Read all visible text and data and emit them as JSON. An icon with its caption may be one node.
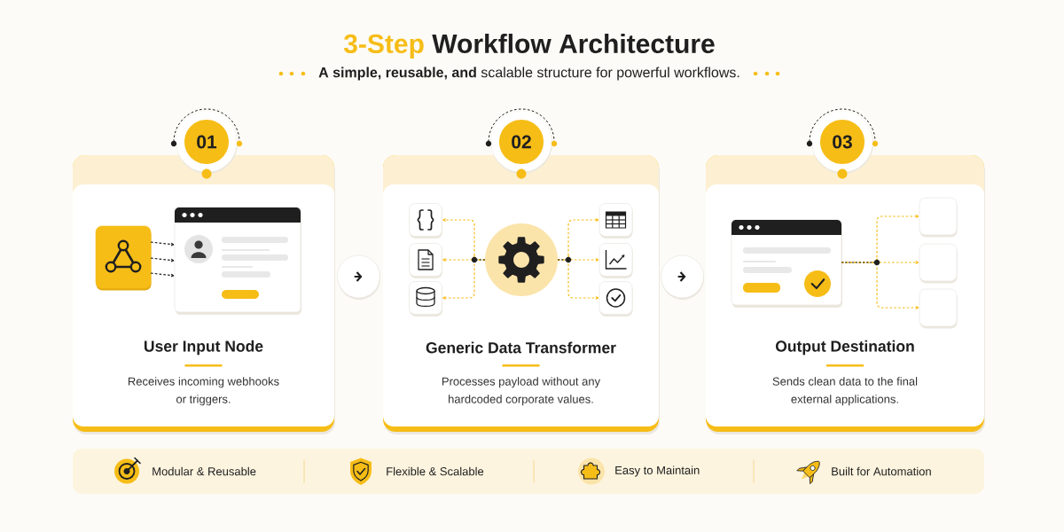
{
  "diagram": {
    "title": "3-Step Workflow Architecture",
    "nodes": [
      {
        "text": [
          "01"
        ]
      },
      {
        "text": [
          "User Input Node",
          "Receives incoming webhooks or triggers."
        ]
      },
      {
        "text": [],
        "shape": "box",
        "in": 1
      },
      {
        "text": [],
        "shape": "picture",
        "in": 1
      },
      {
        "text": [
          "02"
        ]
      },
      {
        "text": [
          "Generic Data Transformer",
          "Processes payload without any hardcoded corporate values."
        ]
      },
      {
        "text": [],
        "shape": "circle",
        "in": 5
      },
      {
        "text": [],
        "shape": "box",
        "in": 5
      },
      {
        "text": [],
        "shape": "box",
        "in": 5
      },
      {
        "text": [],
        "shape": "box",
        "in": 5
      },
      {
        "text": [],
        "shape": "box",
        "in": 5
      },
      {
        "text": [],
        "shape": "box",
        "in": 5
      },
      {
        "text": [],
        "shape": "box",
        "in": 5
      },
      {
        "text": [
          "03"
        ]
      },
      {
        "text": [
          "Output Destination",
          "Sends clean data to the final external applications."
        ]
      },
      {
        "text": [],
        "shape": "picture",
        "in": 14
      },
      {
        "text": [],
        "shape": "box",
        "in": 14
      },
      {
        "text": [],
        "shape": "box",
        "in": 14
      },
      {
        "text": [],
        "shape": "box",
        "in": 14
      },
      {
        "text": [
          "Modular & Reusable",
          "Flexible & Scalable",
          "Easy to Maintain",
          "Built for Automation"
        ]
      }
    ],
    "edges": [
      {
        "from": 2,
        "to": 3,
        "arrow": "to",
        "style": "dashed",
        "color": "#1f1f1f"
      },
      {
        "from": 2,
        "to": 3,
        "arrow": "to",
        "style": "dashed",
        "color": "#1f1f1f"
      },
      {
        "from": 2,
        "to": 3,
        "arrow": "to",
        "style": "dashed",
        "color": "#1f1f1f"
      },
      {
        "from": 6,
        "to": 7,
        "arrow": "to",
        "style": "dashed"
      },
      {
        "from": 6,
        "to": 8,
        "arrow": "to",
        "style": "dashed"
      },
      {
        "from": 6,
        "to": 9,
        "arrow": "to",
        "style": "dashed"
      },
      {
        "from": 6,
        "to": 10,
        "arrow": "to",
        "style": "dashed"
      },
      {
        "from": 6,
        "to": 11,
        "arrow": "to",
        "style": "dashed"
      },
      {
        "from": 6,
        "to": 12,
        "arrow": "to",
        "style": "dashed"
      },
      {
        "from": 15,
        "to": 16,
        "arrow": "to",
        "style": "dashed"
      },
      {
        "from": 15,
        "to": 17,
        "arrow": "to",
        "style": "dashed"
      },
      {
        "from": 15,
        "to": 18,
        "arrow": "to",
        "style": "dashed"
      },
      {
        "from": 1,
        "to": 5,
        "arrow": "to",
        "color": "#1f1f1f"
      },
      {
        "from": 5,
        "to": 14,
        "arrow": "to",
        "color": "#1f1f1f"
      }
    ],
    "labels": [
      "**A simple, reusable, and** scalable structure for powerful workflows."
    ]
  }
}
